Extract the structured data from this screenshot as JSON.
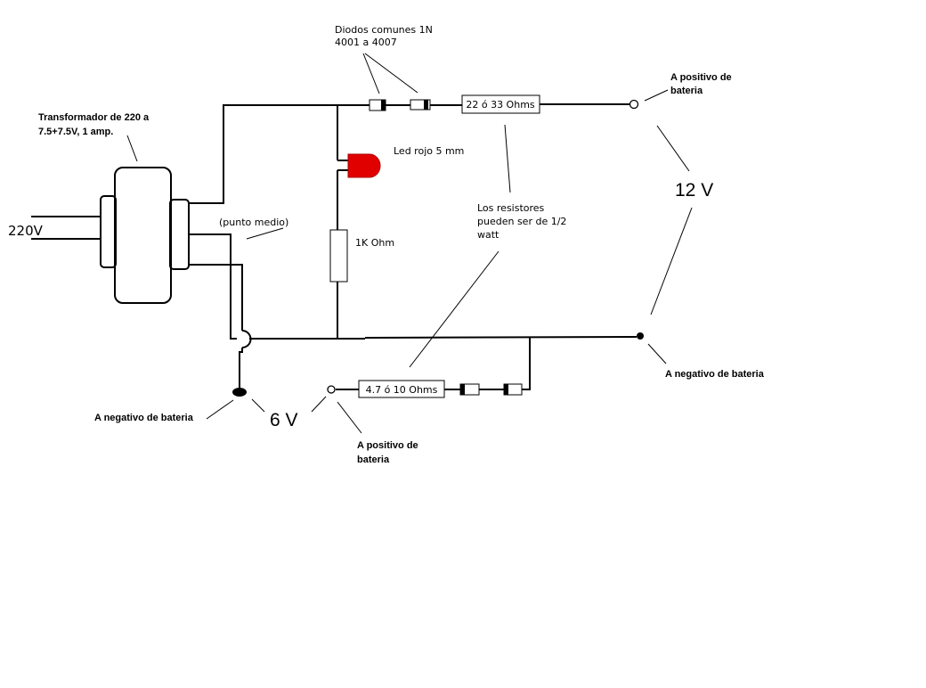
{
  "labels": {
    "diodes": [
      "Diodos comunes 1N",
      "4001 a 4007"
    ],
    "transformer": [
      "Transformador de 220 a",
      "7.5+7.5V, 1 amp."
    ],
    "mains": "220V",
    "center_tap": "(punto medio)",
    "led": "Led rojo 5 mm",
    "led_resistor": "1K Ohm",
    "resistor_12v": "22 ó 33 Ohms",
    "resistor_6v": "4.7 ó 10 Ohms",
    "resistors_note": [
      "Los resistores",
      "pueden ser de 1/2",
      "watt"
    ],
    "pos_12v": [
      "A positivo de",
      "bateria"
    ],
    "neg_12v": "A negativo de bateria",
    "volt_12": "12 V",
    "neg_6v": "A negativo de bateria",
    "volt_6": "6 V",
    "pos_6v": [
      "A positivo de",
      "bateria"
    ]
  },
  "colors": {
    "led": "#e00000",
    "wire": "#000000",
    "background": "#ffffff"
  }
}
